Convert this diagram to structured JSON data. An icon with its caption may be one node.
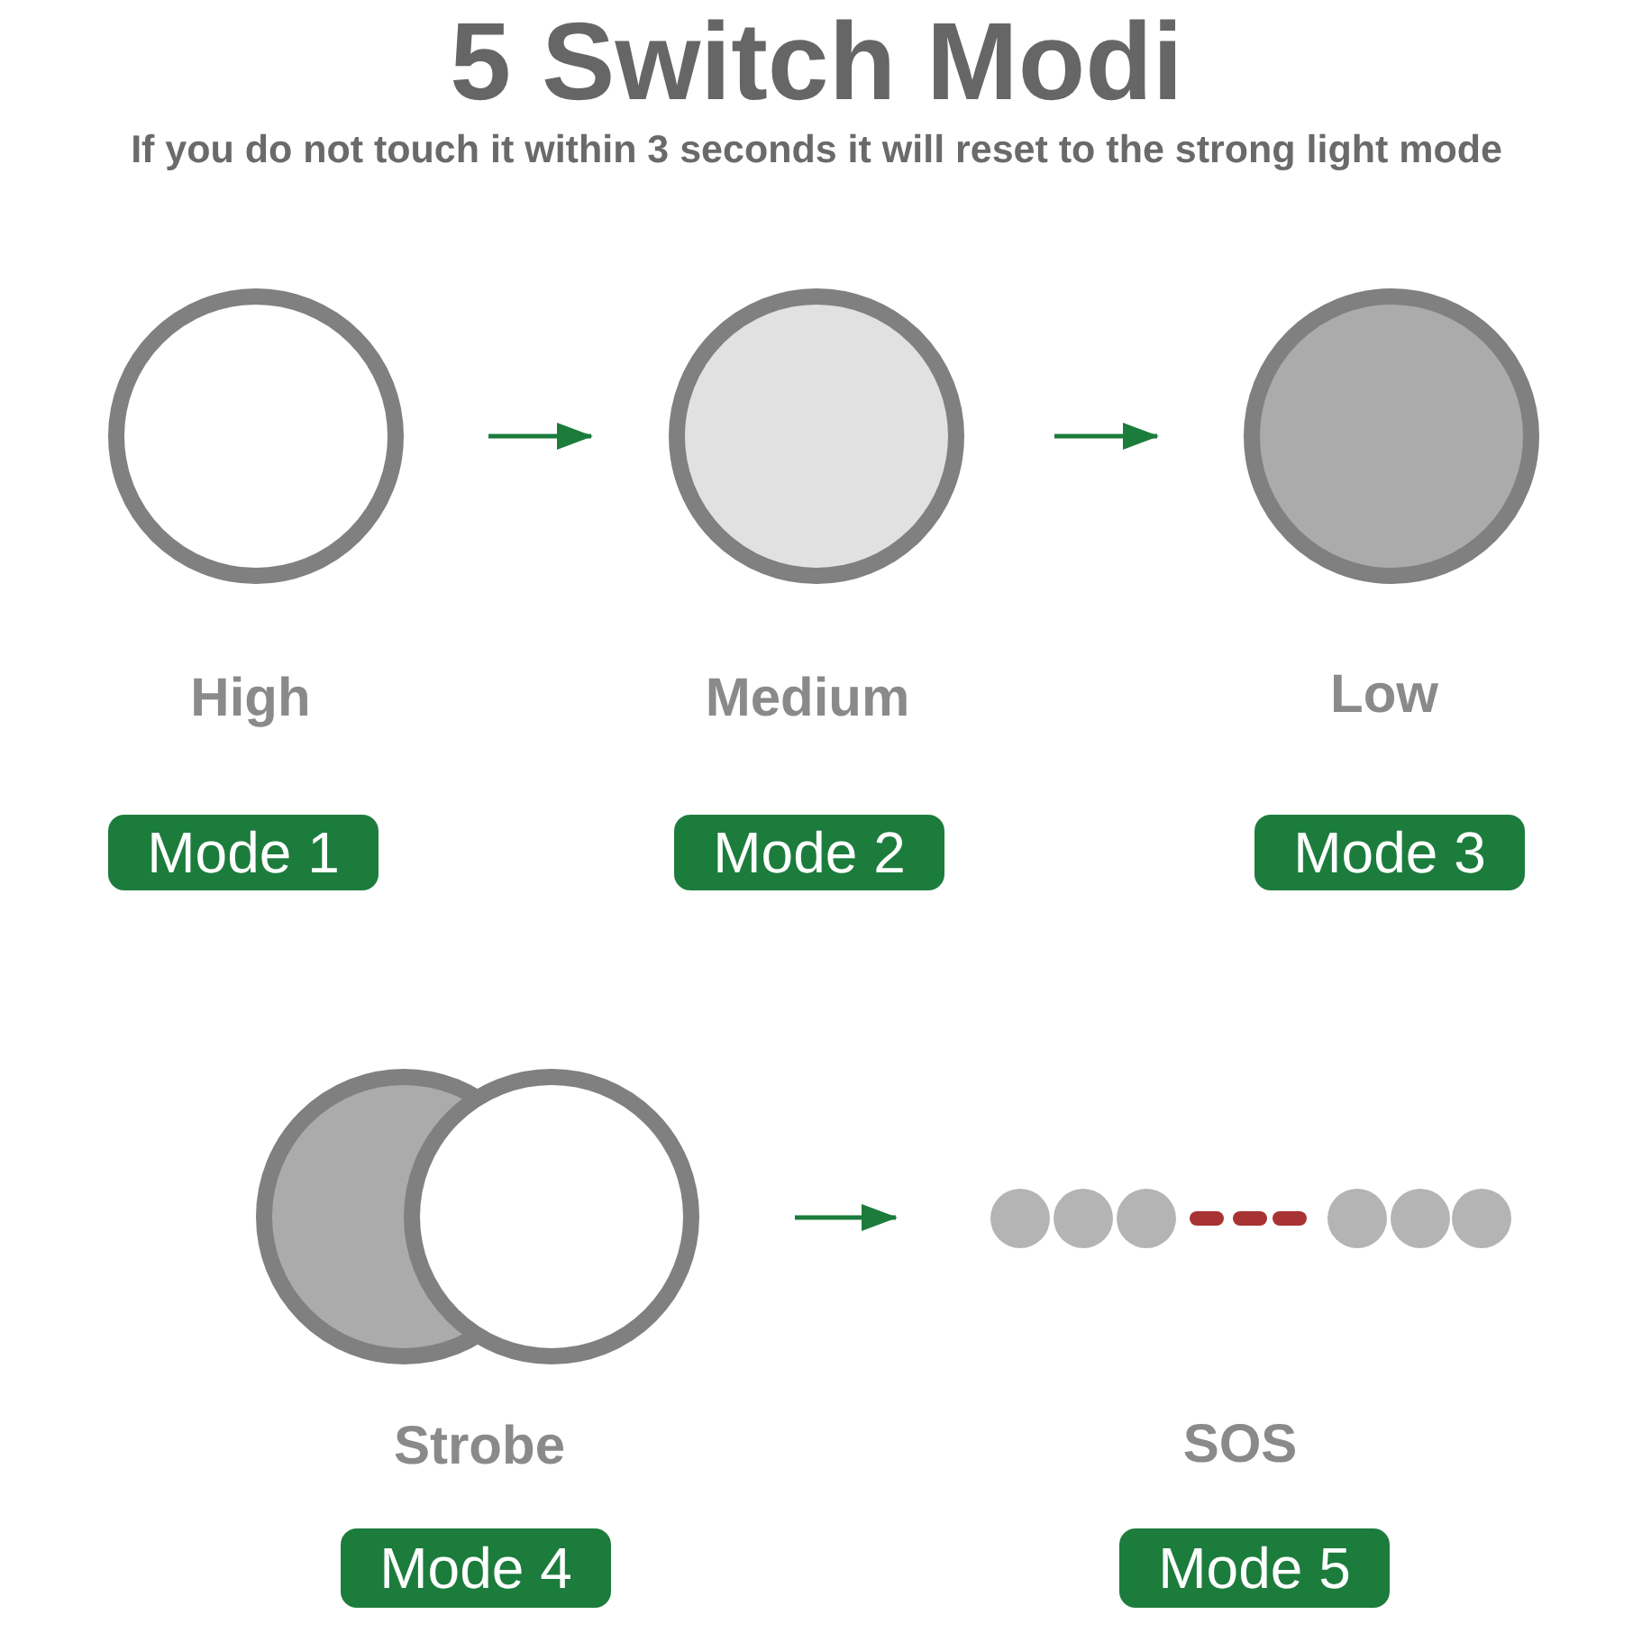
{
  "diagram": {
    "title": "5 Switch Modi",
    "nodes": [
      {
        "text": [],
        "shape": "circle"
      },
      {
        "text": [
          "Mode 1"
        ],
        "beside": [
          "High"
        ]
      },
      {
        "text": [],
        "shape": "circle"
      },
      {
        "text": [
          "Mode 2"
        ],
        "beside": [
          "Medium"
        ]
      },
      {
        "text": [],
        "shape": "circle"
      },
      {
        "text": [
          "Mode 3"
        ],
        "beside": [
          "Low"
        ]
      },
      {
        "text": [],
        "shape": "circle"
      },
      {
        "text": [
          "Mode 4"
        ],
        "beside": [
          "Strobe"
        ]
      },
      {
        "text": [],
        "shape": "picture"
      },
      {
        "text": [
          "Mode 5"
        ],
        "beside": [
          "SOS"
        ]
      }
    ],
    "edges": [
      {
        "from": 0,
        "to": 2,
        "arrow": "to"
      },
      {
        "from": 2,
        "to": 4,
        "arrow": "to"
      },
      {
        "from": 6,
        "to": 8,
        "arrow": "to"
      }
    ],
    "labels": [
      "If you do not touch it within 3 seconds it will reset to the strong light mode"
    ]
  }
}
